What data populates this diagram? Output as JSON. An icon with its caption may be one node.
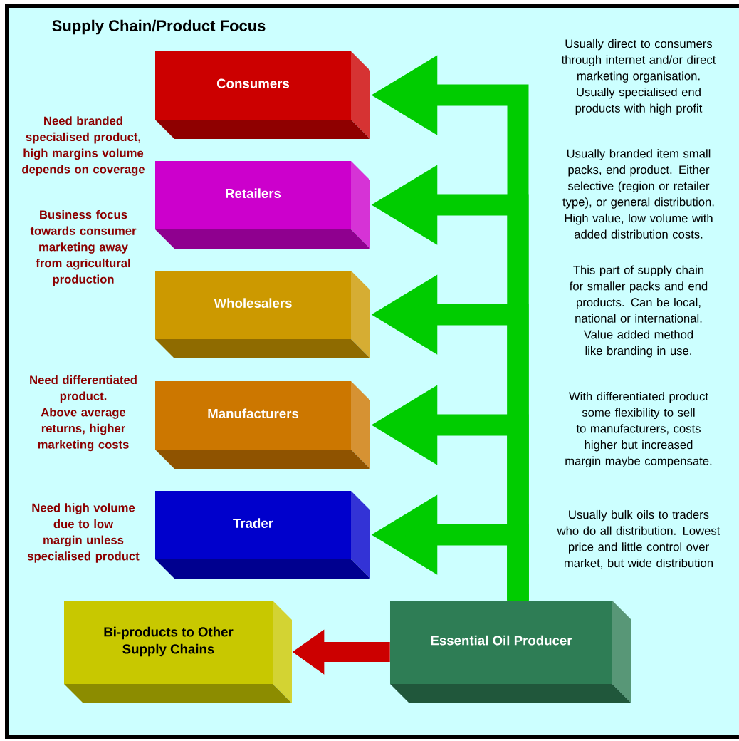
{
  "diagram": {
    "title": "Supply Chain/Product Focus",
    "nodes": [
      {
        "text": [
          "Consumers"
        ]
      },
      {
        "text": [
          "Retailers"
        ]
      },
      {
        "text": [
          "Wholesalers"
        ]
      },
      {
        "text": [
          "Manufacturers"
        ]
      },
      {
        "text": [
          "Trader"
        ]
      },
      {
        "text": [
          "Bi-products to Other Supply Chains"
        ]
      },
      {
        "text": [
          "Essential Oil Producer"
        ]
      }
    ],
    "edges": [
      {
        "from": 6,
        "to": 0,
        "arrow": "to"
      },
      {
        "from": 6,
        "to": 1,
        "arrow": "to"
      },
      {
        "from": 6,
        "to": 2,
        "arrow": "to"
      },
      {
        "from": 6,
        "to": 3,
        "arrow": "to"
      },
      {
        "from": 6,
        "to": 4,
        "arrow": "to"
      },
      {
        "from": 6,
        "to": 5,
        "arrow": "to",
        "color": "#cc0000"
      }
    ],
    "labels": [
      "Need branded specialised product, high margins volume depends on coverage",
      "Business focus towards consumer marketing away from agricultural production",
      "Need differentiated product. Above average returns, higher marketing costs",
      "Need high volume due to low margin unless specialised product",
      "Usually direct to consumers through internet and/or direct marketing organisation. Usually specialised end products with high profit",
      "Usually branded item small packs, end product. Either selective (region or retailer type), or general distribution. High value, low volume with added distribution costs.",
      "This part of supply chain for smaller packs and end products. Can be local, national or international. Value added method like branding in use.",
      "With differentiated product some flexibility to sell to manufacturers, costs higher but increased margin maybe compensate.",
      "Usually bulk oils to traders who do all distribution. Lowest price and little control over market, but wide distribution"
    ]
  }
}
